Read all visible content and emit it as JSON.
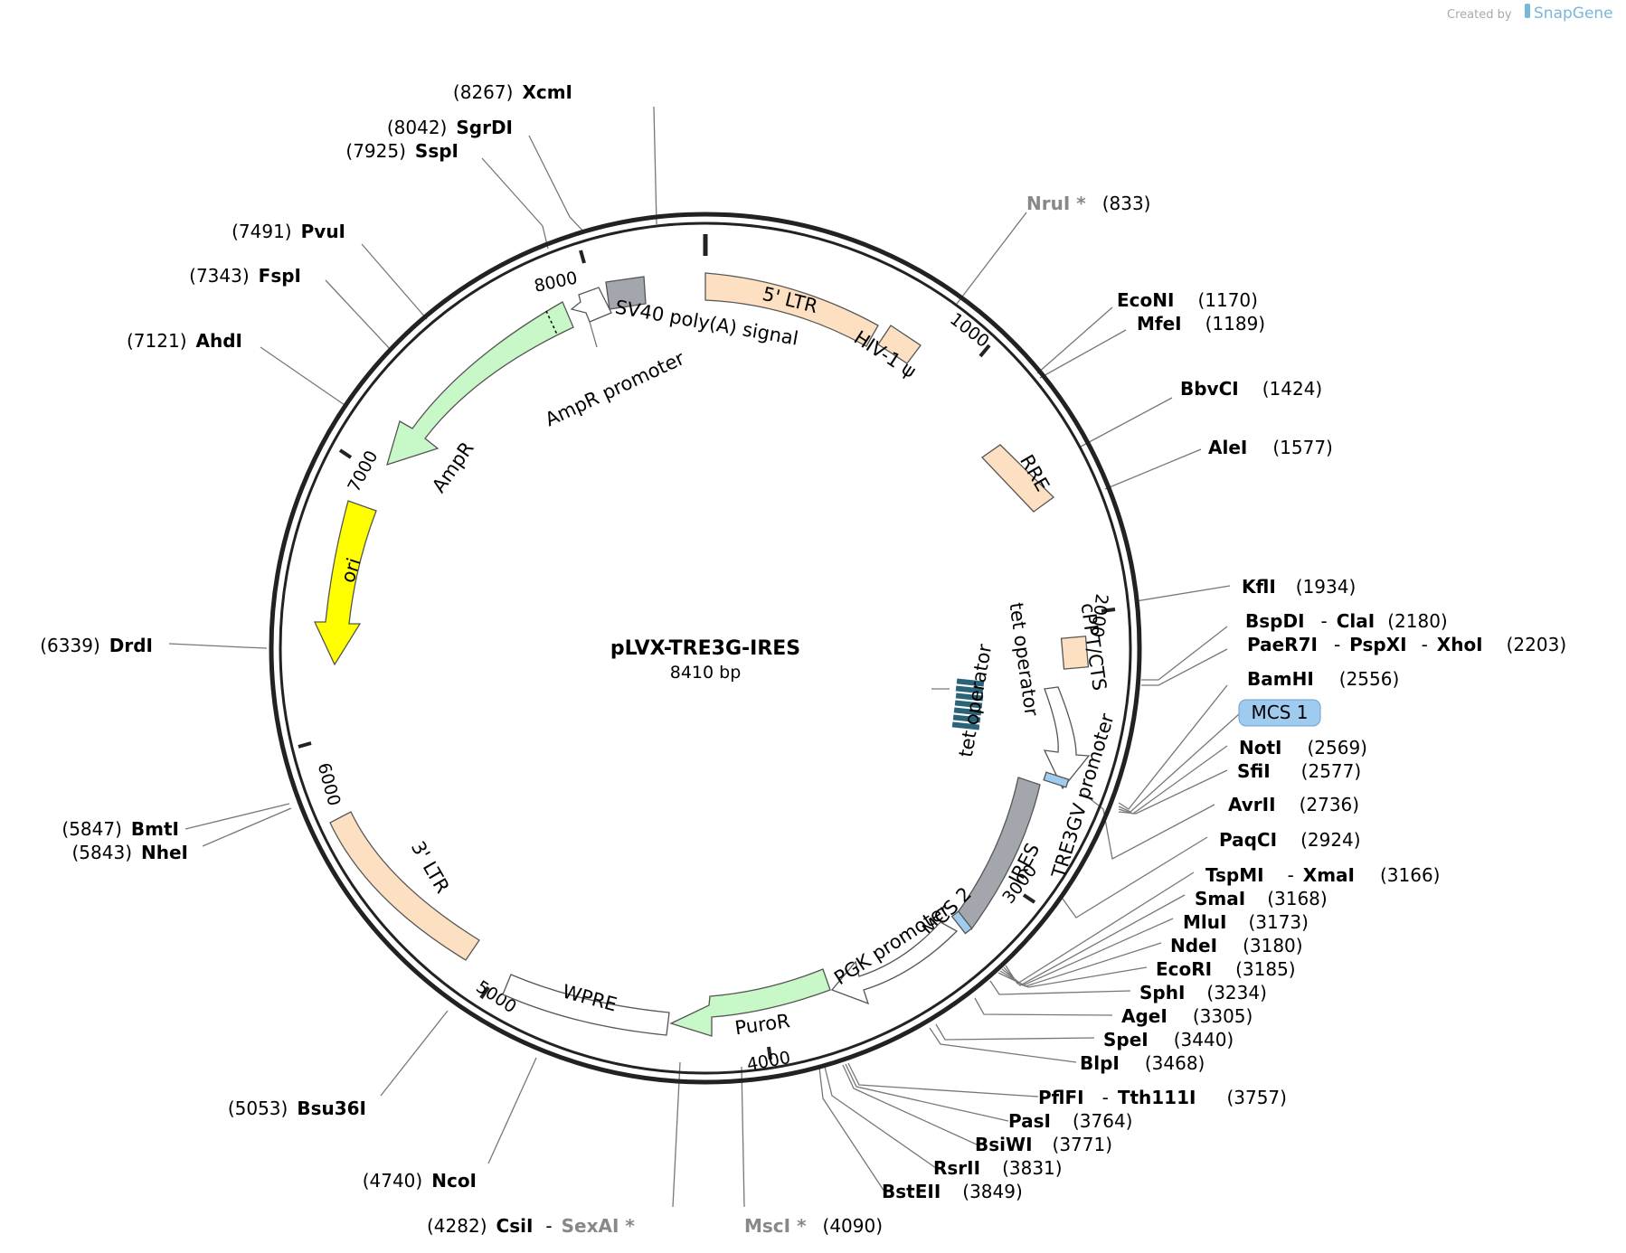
{
  "credit": {
    "prefix": "Created by",
    "brand": "SnapGene"
  },
  "plasmid": {
    "name": "pLVX-TRE3G-IRES",
    "size": "8410 bp"
  },
  "ticks": [
    {
      "value": 1000,
      "label": "1000"
    },
    {
      "value": 2000,
      "label": "2000"
    },
    {
      "value": 3000,
      "label": "3000"
    },
    {
      "value": 4000,
      "label": "4000"
    },
    {
      "value": 5000,
      "label": "5000"
    },
    {
      "value": 6000,
      "label": "6000"
    },
    {
      "value": 7000,
      "label": "7000"
    },
    {
      "value": 8000,
      "label": "8000"
    }
  ],
  "features": [
    {
      "label": "5' LTR",
      "color": "#fde0c2"
    },
    {
      "label": "HIV-1 ψ",
      "color": "#fde0c2"
    },
    {
      "label": "RRE",
      "color": "#fde0c2"
    },
    {
      "label": "cPPT/CTS",
      "color": "#fde0c2"
    },
    {
      "label": "tet operator",
      "color": "#2b6478"
    },
    {
      "label": "tet operator",
      "color": "#2b6478"
    },
    {
      "label": "TRE3GV promoter",
      "color": "#ffffff"
    },
    {
      "label": "MCS 1",
      "color": "#9fcbef"
    },
    {
      "label": "IRES",
      "color": "#a3a6ac"
    },
    {
      "label": "MCS 2",
      "color": "#9fcbef"
    },
    {
      "label": "PGK promoter",
      "color": "#ffffff"
    },
    {
      "label": "PuroR",
      "color": "#c8f7c8"
    },
    {
      "label": "WPRE",
      "color": "#ffffff"
    },
    {
      "label": "3' LTR",
      "color": "#fde0c2"
    },
    {
      "label": "ori",
      "color": "#ffff00"
    },
    {
      "label": "AmpR",
      "color": "#c8f7c8"
    },
    {
      "label": "AmpR promoter",
      "color": "#ffffff"
    },
    {
      "label": "SV40 poly(A) signal",
      "color": "#a3a6ac"
    }
  ],
  "sites": [
    {
      "name": "XcmI",
      "pos": "(8267)",
      "grey": false
    },
    {
      "name": "SgrDI",
      "pos": "(8042)",
      "grey": false
    },
    {
      "name": "SspI",
      "pos": "(7925)",
      "grey": false
    },
    {
      "name": "PvuI",
      "pos": "(7491)",
      "grey": false
    },
    {
      "name": "FspI",
      "pos": "(7343)",
      "grey": false
    },
    {
      "name": "AhdI",
      "pos": "(7121)",
      "grey": false
    },
    {
      "name": "DrdI",
      "pos": "(6339)",
      "grey": false
    },
    {
      "name": "BmtI",
      "pos": "(5847)",
      "grey": false
    },
    {
      "name": "NheI",
      "pos": "(5843)",
      "grey": false
    },
    {
      "name": "Bsu36I",
      "pos": "(5053)",
      "grey": false
    },
    {
      "name": "NcoI",
      "pos": "(4740)",
      "grey": false
    },
    {
      "name": "CsiI",
      "pos": "(4282)",
      "grey": false
    },
    {
      "name": "SexAI *",
      "pos": "",
      "grey": true
    },
    {
      "name": "MscI *",
      "pos": "(4090)",
      "grey": true
    },
    {
      "name": "NruI *",
      "pos": "(833)",
      "grey": true
    },
    {
      "name": "EcoNI",
      "pos": "(1170)",
      "grey": false
    },
    {
      "name": "MfeI",
      "pos": "(1189)",
      "grey": false
    },
    {
      "name": "BbvCI",
      "pos": "(1424)",
      "grey": false
    },
    {
      "name": "AleI",
      "pos": "(1577)",
      "grey": false
    },
    {
      "name": "KflI",
      "pos": "(1934)",
      "grey": false
    },
    {
      "name": "BspDI",
      "pos": "",
      "grey": false
    },
    {
      "name": "ClaI",
      "pos": "(2180)",
      "grey": false
    },
    {
      "name": "PaeR7I",
      "pos": "",
      "grey": false
    },
    {
      "name": "PspXI",
      "pos": "",
      "grey": false
    },
    {
      "name": "XhoI",
      "pos": "(2203)",
      "grey": false
    },
    {
      "name": "BamHI",
      "pos": "(2556)",
      "grey": false
    },
    {
      "name": "NotI",
      "pos": "(2569)",
      "grey": false
    },
    {
      "name": "SfiI",
      "pos": "(2577)",
      "grey": false
    },
    {
      "name": "AvrII",
      "pos": "(2736)",
      "grey": false
    },
    {
      "name": "PaqCI",
      "pos": "(2924)",
      "grey": false
    },
    {
      "name": "TspMI",
      "pos": "",
      "grey": false
    },
    {
      "name": "XmaI",
      "pos": "(3166)",
      "grey": false
    },
    {
      "name": "SmaI",
      "pos": "(3168)",
      "grey": false
    },
    {
      "name": "MluI",
      "pos": "(3173)",
      "grey": false
    },
    {
      "name": "NdeI",
      "pos": "(3180)",
      "grey": false
    },
    {
      "name": "EcoRI",
      "pos": "(3185)",
      "grey": false
    },
    {
      "name": "SphI",
      "pos": "(3234)",
      "grey": false
    },
    {
      "name": "AgeI",
      "pos": "(3305)",
      "grey": false
    },
    {
      "name": "SpeI",
      "pos": "(3440)",
      "grey": false
    },
    {
      "name": "BlpI",
      "pos": "(3468)",
      "grey": false
    },
    {
      "name": "PflFI",
      "pos": "",
      "grey": false
    },
    {
      "name": "Tth111I",
      "pos": "(3757)",
      "grey": false
    },
    {
      "name": "PasI",
      "pos": "(3764)",
      "grey": false
    },
    {
      "name": "BsiWI",
      "pos": "(3771)",
      "grey": false
    },
    {
      "name": "RsrII",
      "pos": "(3831)",
      "grey": false
    },
    {
      "name": "BstEII",
      "pos": "(3849)",
      "grey": false
    }
  ],
  "colors": {
    "backbone": "#222222",
    "leader": "#777777",
    "brand": "#7ab8d8"
  }
}
